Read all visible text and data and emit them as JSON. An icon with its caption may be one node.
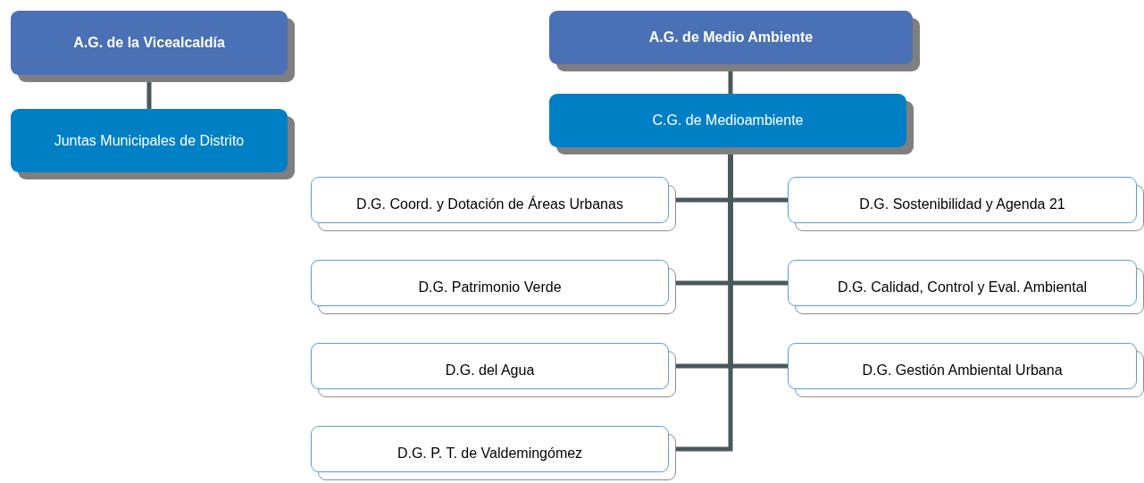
{
  "diagram": {
    "nodes": [
      {
        "text": [
          "A.G. de la Vicealcaldía"
        ]
      },
      {
        "text": [
          "Juntas Municipales de Distrito"
        ]
      },
      {
        "text": [
          "A.G. de Medio Ambiente"
        ]
      },
      {
        "text": [
          "C.G. de Medioambiente"
        ]
      },
      {
        "text": [
          "D.G. Coord. y Dotación de Áreas Urbanas"
        ]
      },
      {
        "text": [
          "D.G. Sostenibilidad y Agenda 21"
        ]
      },
      {
        "text": [
          "D.G. Patrimonio Verde"
        ]
      },
      {
        "text": [
          "D.G. Calidad, Control y Eval. Ambiental"
        ]
      },
      {
        "text": [
          "D.G. del Agua"
        ]
      },
      {
        "text": [
          "D.G. Gestión Ambiental Urbana"
        ]
      },
      {
        "text": [
          "D.G. P. T. de Valdemingómez"
        ]
      }
    ],
    "edges": [
      {
        "from": 0,
        "to": 1,
        "arrow": "none"
      },
      {
        "from": 2,
        "to": 3,
        "arrow": "none"
      },
      {
        "from": 3,
        "to": 4,
        "arrow": "none"
      },
      {
        "from": 3,
        "to": 5,
        "arrow": "none"
      },
      {
        "from": 3,
        "to": 6,
        "arrow": "none"
      },
      {
        "from": 3,
        "to": 7,
        "arrow": "none"
      },
      {
        "from": 3,
        "to": 8,
        "arrow": "none"
      },
      {
        "from": 3,
        "to": 9,
        "arrow": "none"
      },
      {
        "from": 3,
        "to": 10,
        "arrow": "none"
      }
    ]
  }
}
